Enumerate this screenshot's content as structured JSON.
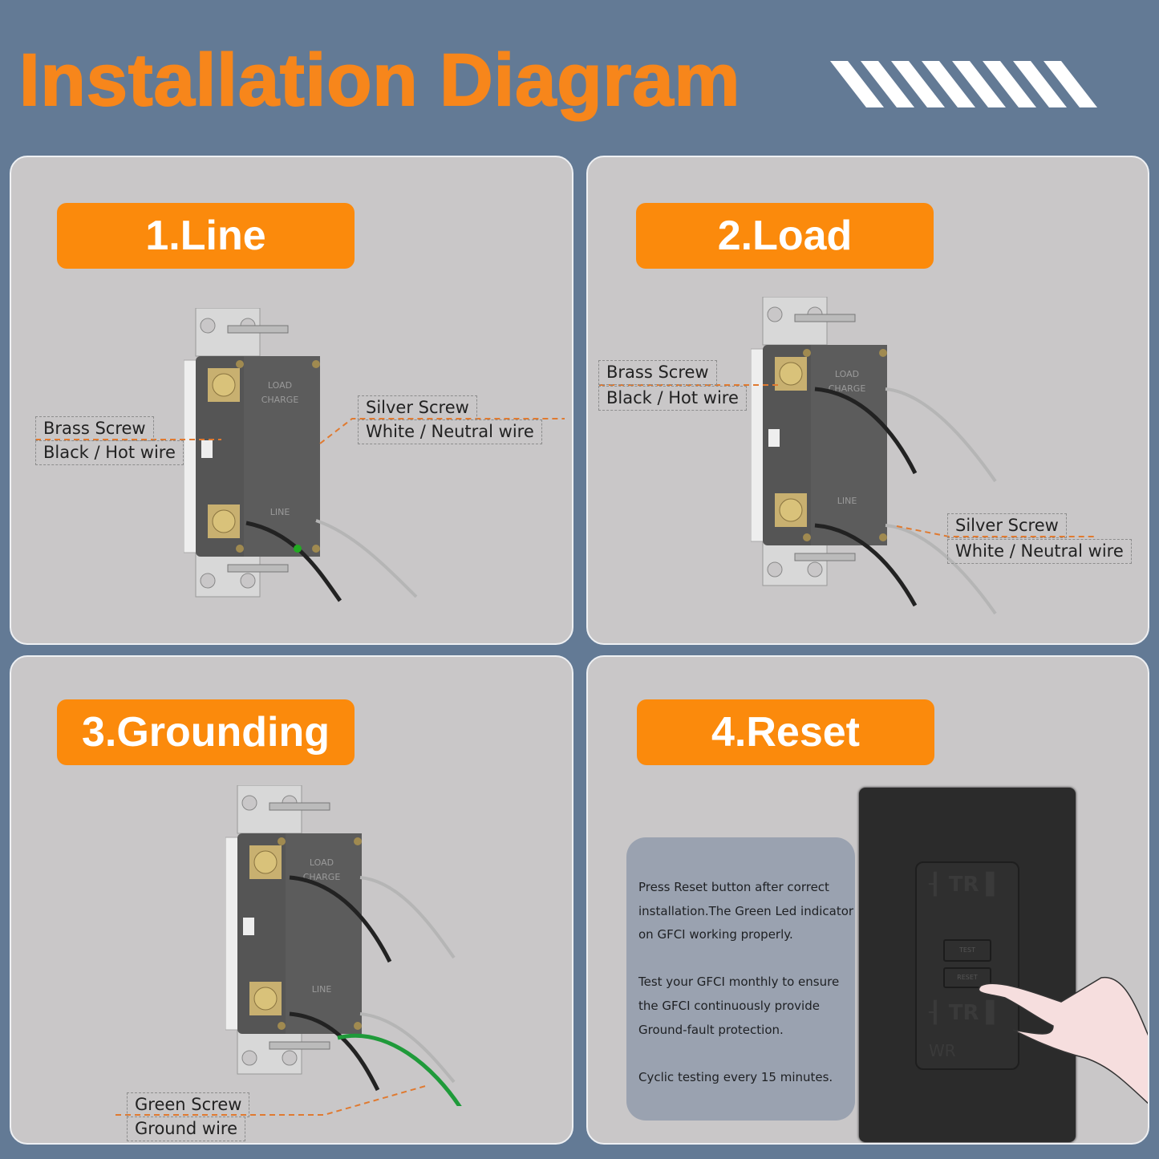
{
  "title": "Installation Diagram",
  "colors": {
    "accent": "#fb8a0c",
    "title": "#f7861b",
    "background": "#637a95",
    "panel": "#c9c7c8"
  },
  "panels": [
    {
      "badge": "1.Line",
      "labels": [
        "Brass Screw",
        "Black / Hot wire",
        "Silver Screw",
        "White / Neutral wire"
      ]
    },
    {
      "badge": "2.Load",
      "labels": [
        "Brass Screw",
        "Black / Hot wire",
        "Silver Screw",
        "White / Neutral wire"
      ]
    },
    {
      "badge": "3.Grounding",
      "labels": [
        "Green Screw",
        "Ground wire"
      ]
    },
    {
      "badge": "4.Reset",
      "notes": [
        "Press Reset button after correct installation.The Green Led indicator on GFCI working properly.",
        "Test your GFCI monthly to ensure the GFCI continuously provide Ground-fault protection.",
        "Cyclic testing every 15 minutes."
      ]
    }
  ],
  "device_text": {
    "load": "LOAD",
    "charge": "CHARGE",
    "line": "LINE",
    "test": "TEST",
    "reset": "RESET",
    "tr": "TR",
    "wr": "WR"
  }
}
